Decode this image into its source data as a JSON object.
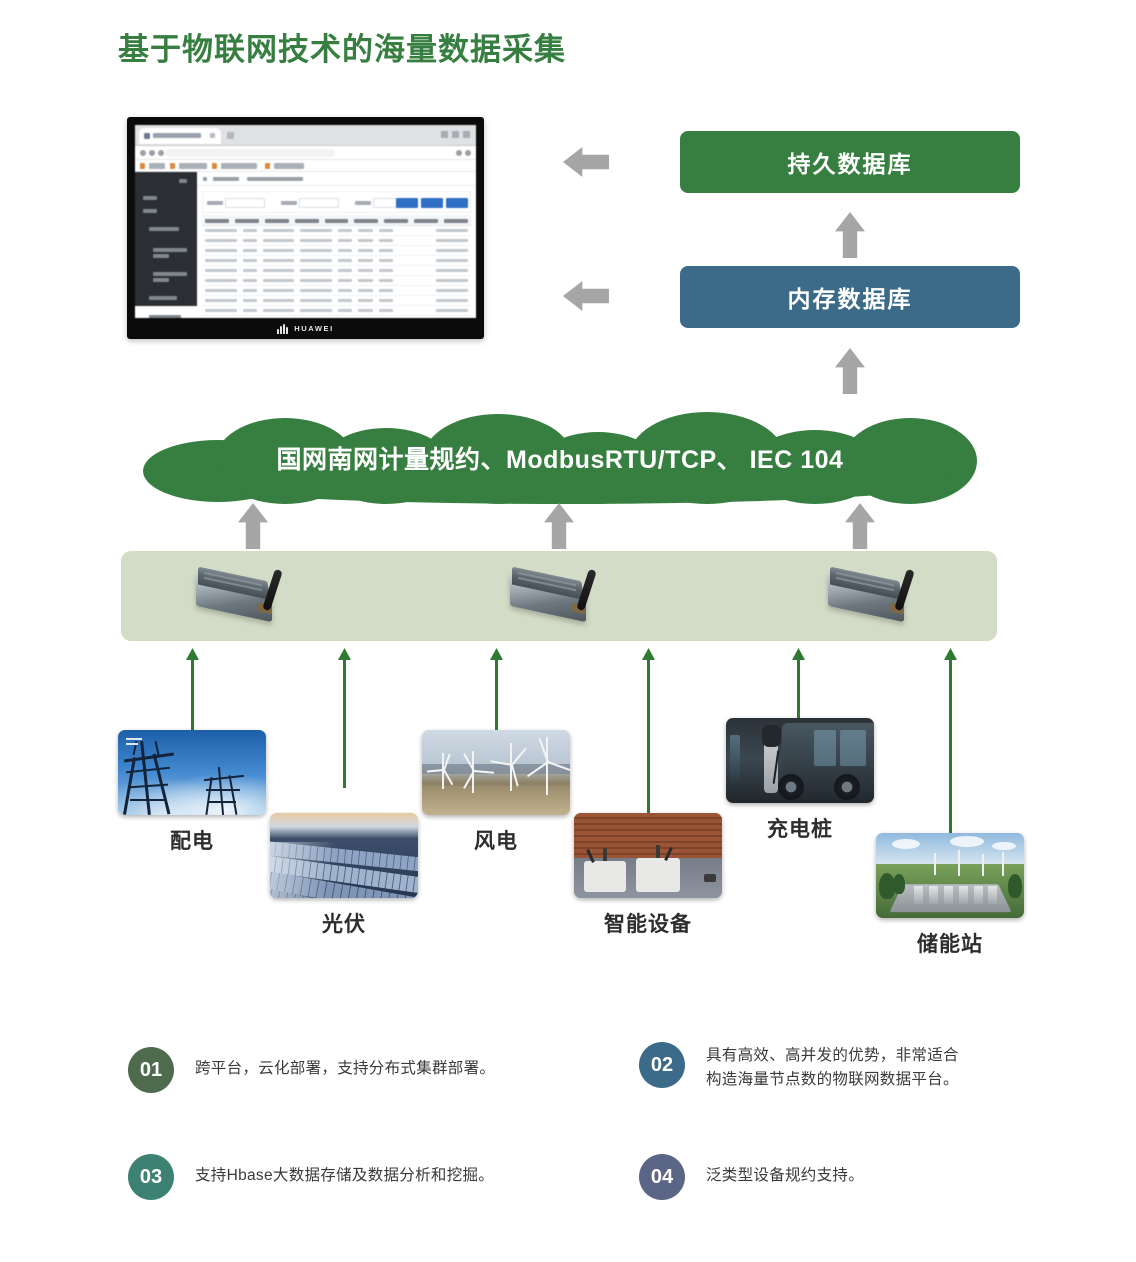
{
  "page": {
    "title": "基于物联网技术的海量数据采集"
  },
  "monitor": {
    "brand": "HUAWEI",
    "screen_description": "数据采集管理平台表格页面"
  },
  "databases": [
    {
      "label": "持久数据库",
      "color": "#377F40",
      "name": "persistent-database"
    },
    {
      "label": "内存数据库",
      "color": "#3C6B89",
      "name": "memory-database"
    }
  ],
  "cloud": {
    "label": "国网南网计量规约、ModbusRTU/TCP、 IEC 104",
    "color": "#377F40"
  },
  "gateway_band": {
    "color": "#D3DCC6",
    "device_count": 3,
    "device_name": "物联网网关"
  },
  "sources": [
    {
      "label": "配电",
      "scene": "power-grid-towers"
    },
    {
      "label": "光伏",
      "scene": "solar-panels"
    },
    {
      "label": "风电",
      "scene": "wind-turbines"
    },
    {
      "label": "智能设备",
      "scene": "smart-robots"
    },
    {
      "label": "充电桩",
      "scene": "ev-charging-pile"
    },
    {
      "label": "储能站",
      "scene": "energy-storage-station"
    }
  ],
  "features": [
    {
      "number": "01",
      "color": "#4E6B4E",
      "line1": "跨平台，云化部署，支持分布式集群部署。",
      "line2": ""
    },
    {
      "number": "02",
      "color": "#3C6B89",
      "line1": "具有高效、高并发的优势，非常适合",
      "line2": "构造海量节点数的物联网数据平台。"
    },
    {
      "number": "03",
      "color": "#3D8173",
      "line1": "支持Hbase大数据存储及数据分析和挖掘。",
      "line2": ""
    },
    {
      "number": "04",
      "color": "#5B6585",
      "line1": "泛类型设备规约支持。",
      "line2": ""
    }
  ],
  "arrows": {
    "gray_color": "#A6A6A6",
    "green_color": "#2F7A33"
  }
}
